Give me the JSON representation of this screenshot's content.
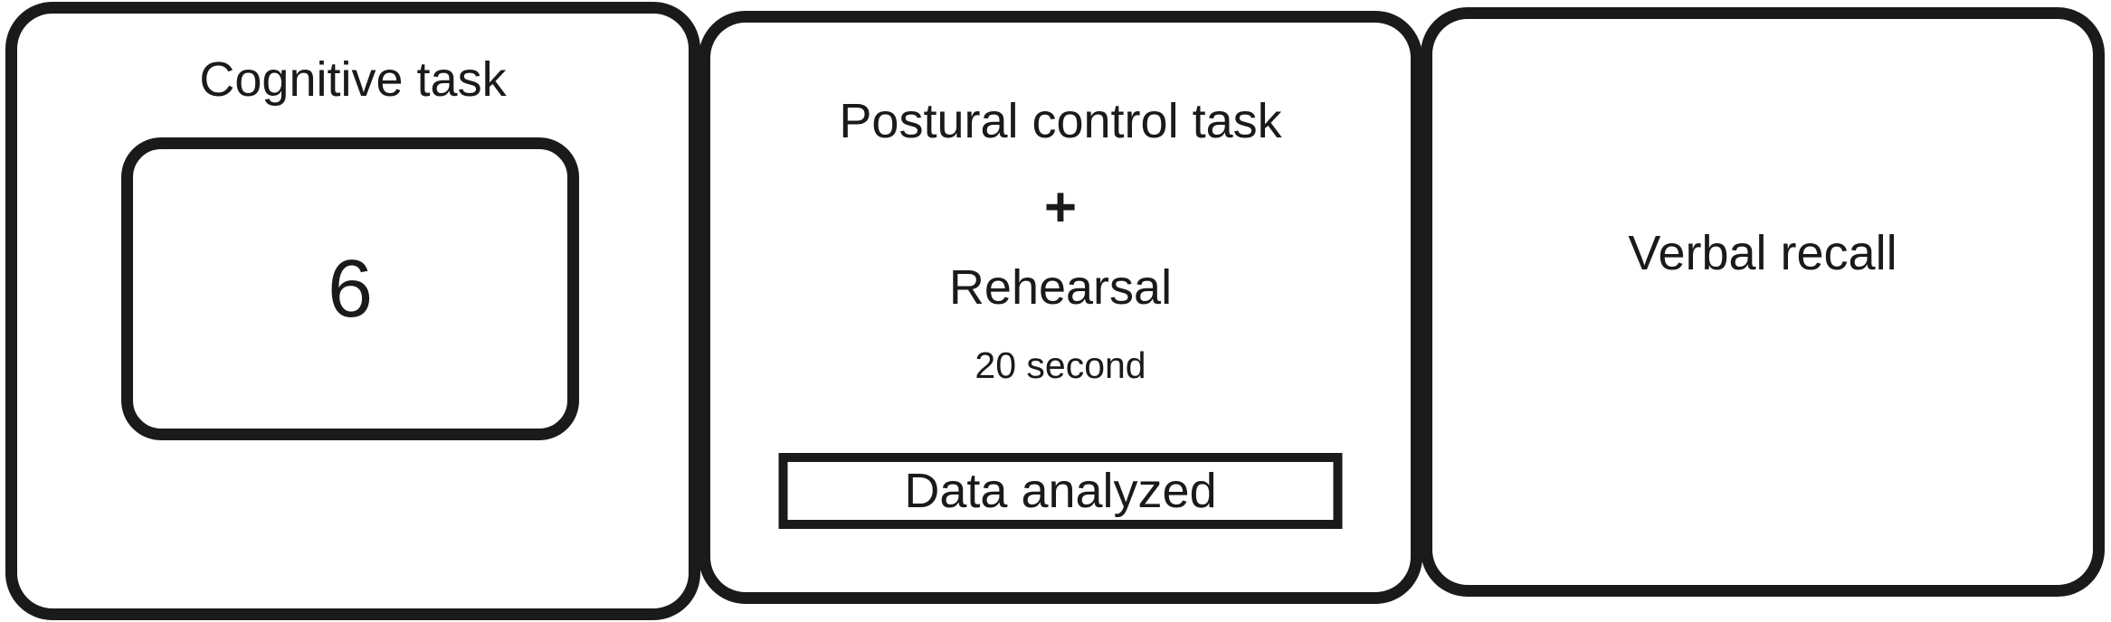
{
  "figure": {
    "background": "#ffffff",
    "ink": "#1a1a1a",
    "panels": {
      "cognitive": {
        "title": "Cognitive task",
        "stimulus": "6"
      },
      "postural": {
        "title": "Postural control task",
        "plus": "+",
        "subtitle": "Rehearsal",
        "duration": "20 second",
        "banner": "Data analyzed"
      },
      "verbal": {
        "title": "Verbal recall"
      }
    }
  }
}
